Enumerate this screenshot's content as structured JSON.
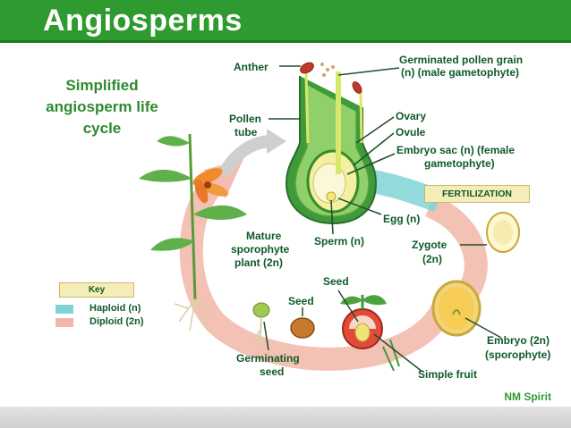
{
  "header": {
    "title": "Angiosperms"
  },
  "subtitle": "Simplified angiosperm life cycle",
  "labels": {
    "anther": "Anther",
    "germinated_pollen": "Germinated pollen grain",
    "germinated_pollen_sub": "(n) (male gametophyte)",
    "pollen_tube": "Pollen",
    "pollen_tube2": "tube",
    "ovary": "Ovary",
    "ovule": "Ovule",
    "embryo_sac": "Embryo sac (n) (female",
    "embryo_sac2": "gametophyte)",
    "fertilization": "FERTILIZATION",
    "egg": "Egg (n)",
    "mature1": "Mature",
    "mature2": "sporophyte",
    "mature3": "plant (2n)",
    "sperm": "Sperm (n)",
    "zygote1": "Zygote",
    "zygote2": "(2n)",
    "seed_top": "Seed",
    "seed_mid": "Seed",
    "germinating1": "Germinating",
    "germinating2": "seed",
    "simple_fruit": "Simple fruit",
    "embryo1": "Embryo (2n)",
    "embryo2": "(sporophyte)"
  },
  "key": {
    "title": "Key",
    "haploid": "Haploid (n)",
    "diploid": "Diploid (2n)",
    "haploid_color": "#7fd3d6",
    "diploid_color": "#f2b6a8"
  },
  "brand": "NM Spirit",
  "colors": {
    "header": "#2e9a2f",
    "label": "#0f5a2a",
    "subtitle": "#2e8b2e"
  }
}
